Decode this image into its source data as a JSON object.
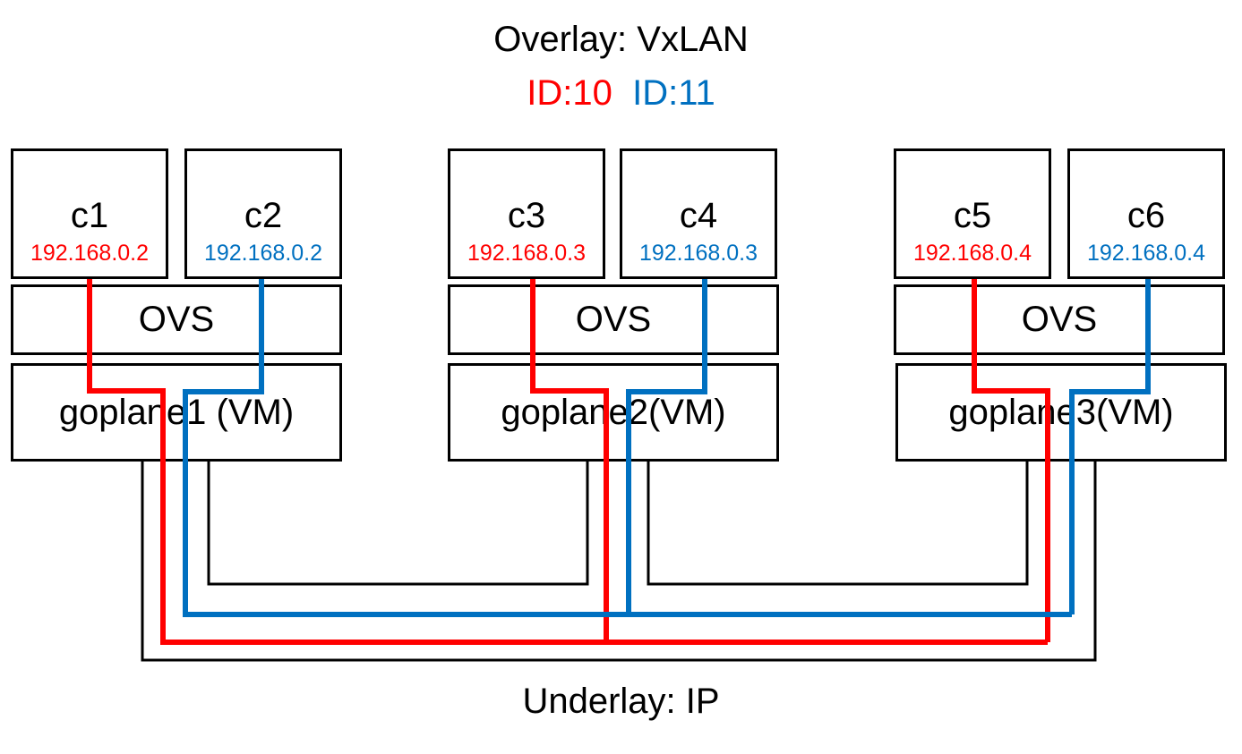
{
  "overlay": {
    "title": "Overlay: VxLAN",
    "id_red": "ID:10",
    "id_blue": "ID:11"
  },
  "underlay": {
    "title": "Underlay: IP"
  },
  "hosts": [
    {
      "containers": [
        {
          "name": "c1",
          "ip": "192.168.0.2"
        },
        {
          "name": "c2",
          "ip": "192.168.0.2"
        }
      ],
      "switch": "OVS",
      "vm": "goplane1 (VM)"
    },
    {
      "containers": [
        {
          "name": "c3",
          "ip": "192.168.0.3"
        },
        {
          "name": "c4",
          "ip": "192.168.0.3"
        }
      ],
      "switch": "OVS",
      "vm": "goplane2(VM)"
    },
    {
      "containers": [
        {
          "name": "c5",
          "ip": "192.168.0.4"
        },
        {
          "name": "c6",
          "ip": "192.168.0.4"
        }
      ],
      "switch": "OVS",
      "vm": "goplane3(VM)"
    }
  ],
  "colors": {
    "vni_10": "#ff0000",
    "vni_11": "#0070c0",
    "underlay": "#000000"
  }
}
